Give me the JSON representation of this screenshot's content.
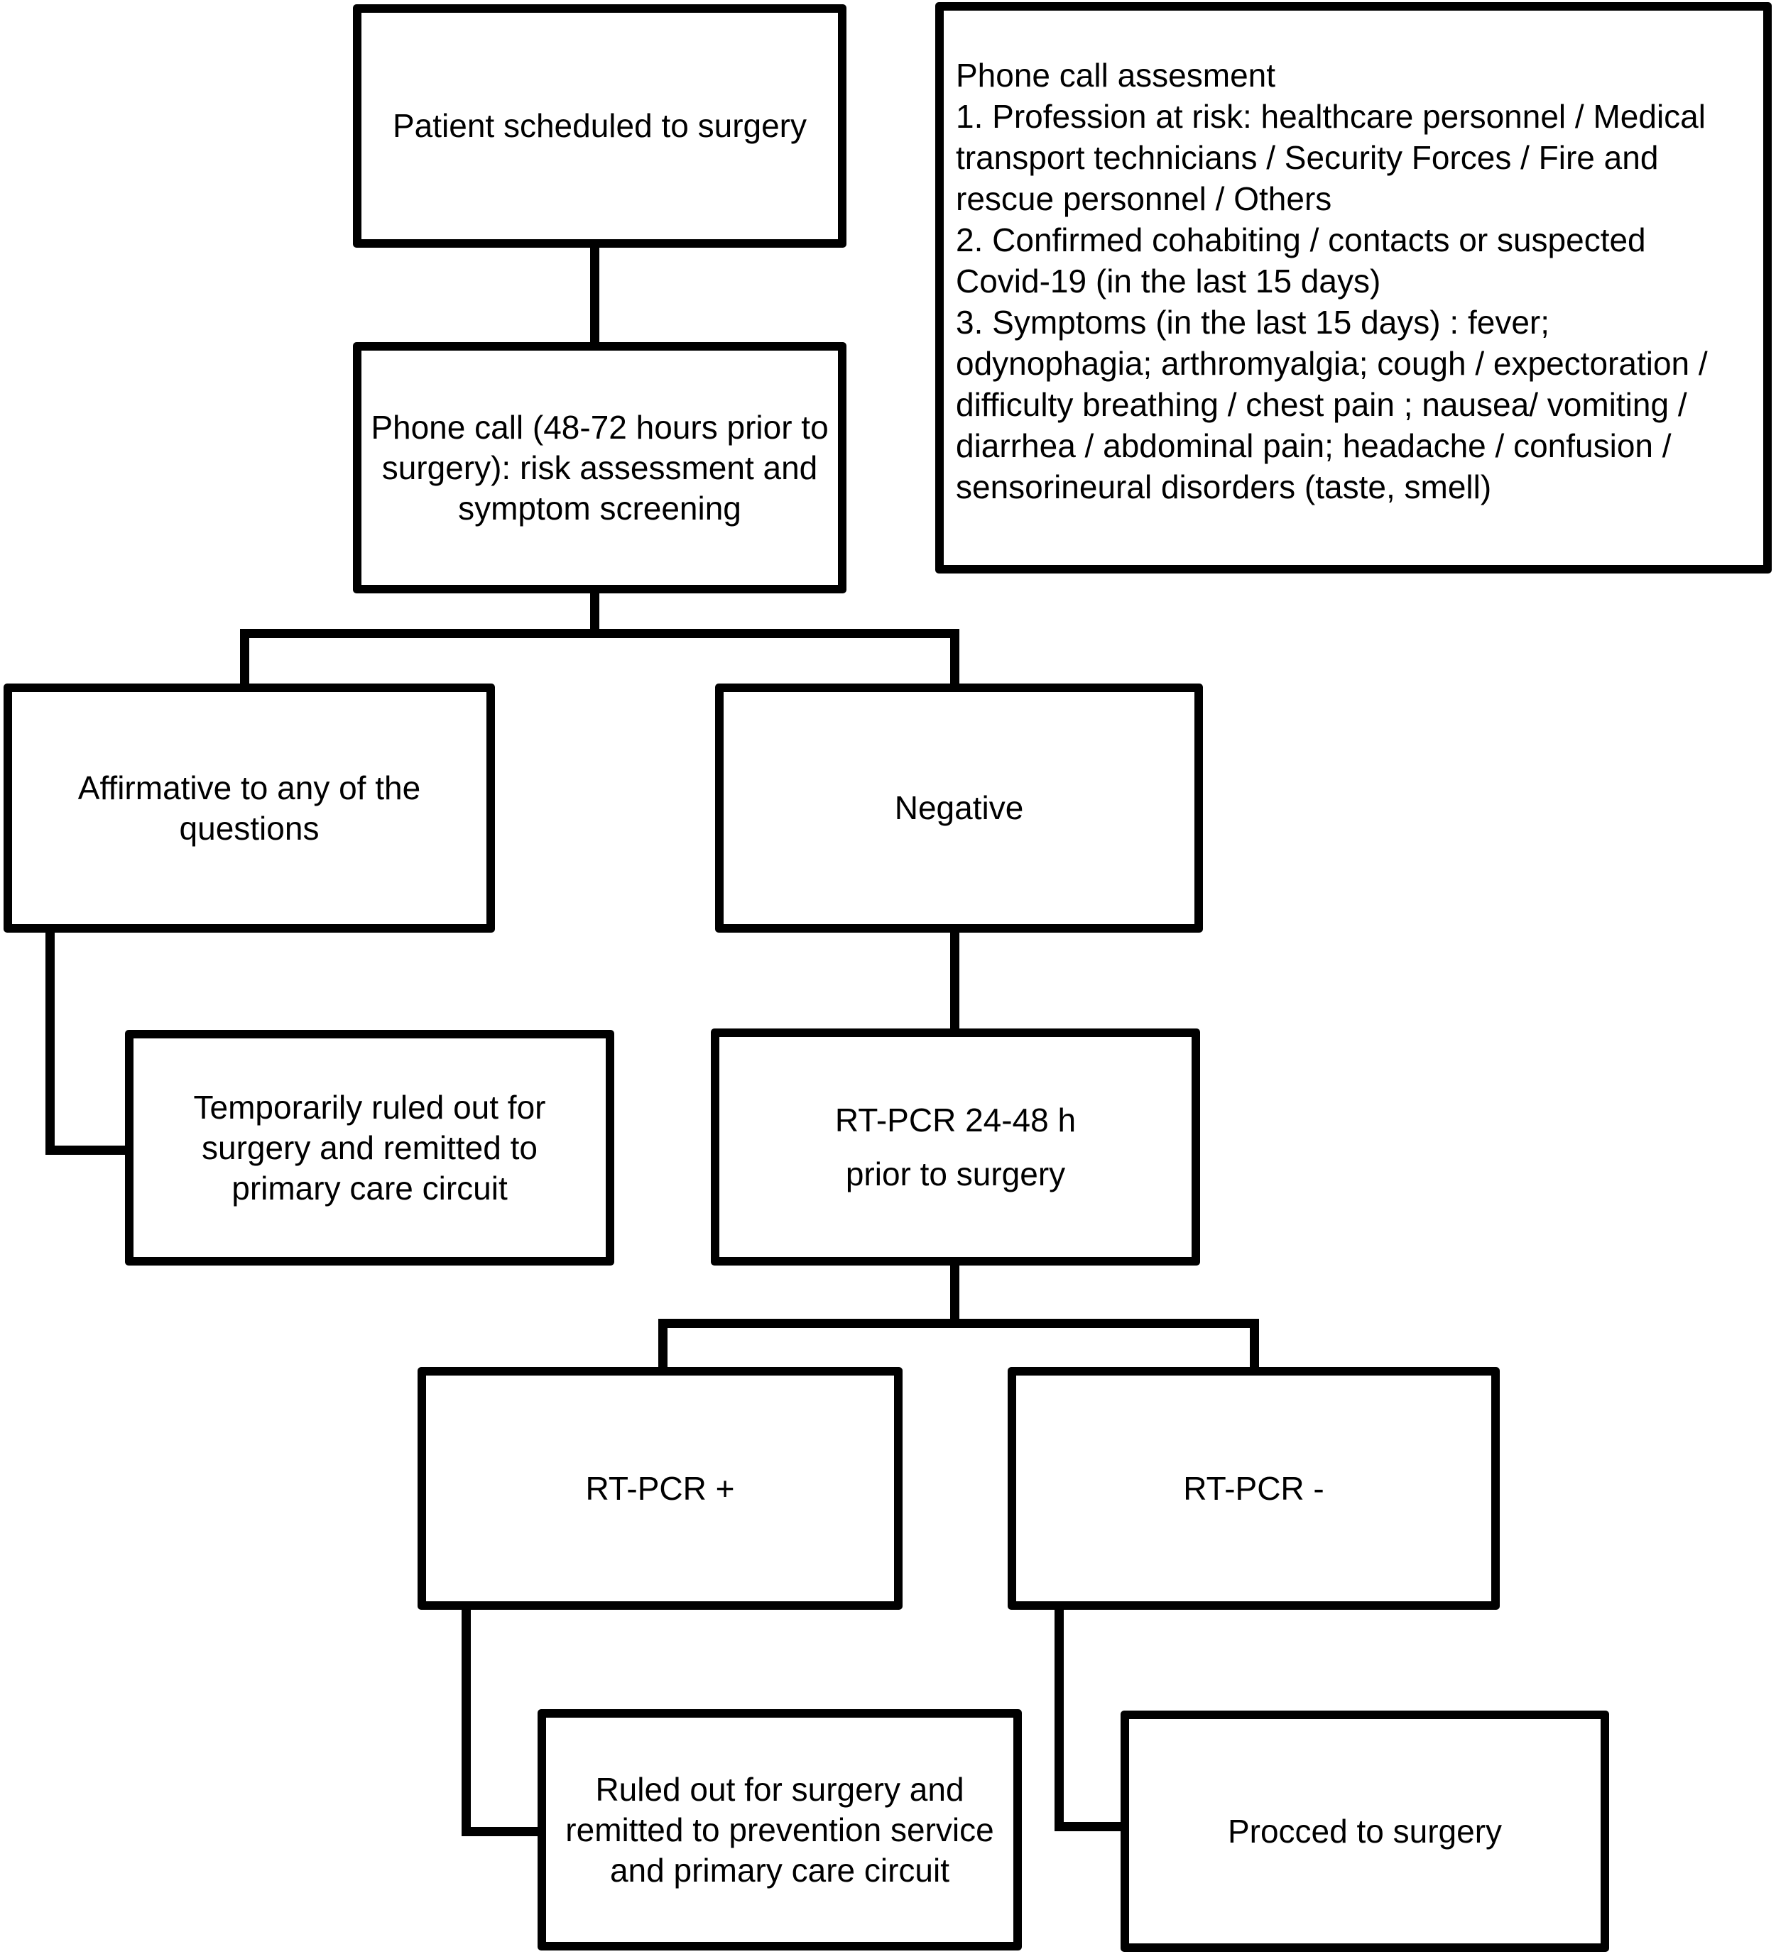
{
  "diagram": {
    "type": "flowchart",
    "colors": {
      "stroke": "#000000",
      "background": "#ffffff",
      "node_fill": "#ffffff",
      "text": "#000000"
    },
    "nodes": {
      "patient_scheduled": {
        "label": "Patient scheduled to surgery"
      },
      "phone_call": {
        "label": "Phone call (48-72 hours prior to\nsurgery): risk assessment and\nsymptom screening"
      },
      "phone_call_assessment_note": {
        "label": "Phone call assesment\n1. Profession at risk: healthcare personnel / Medical\ntransport technicians / Security Forces / Fire and\nrescue personnel / Others\n2. Confirmed cohabiting / contacts or suspected\nCovid-19 (in the last 15 days)\n3. Symptoms (in the last 15 days) : fever;\nodynophagia; arthromyalgia; cough / expectoration /\ndifficulty breathing / chest pain ; nausea/ vomiting /\ndiarrhea / abdominal pain; headache / confusion /\nsensorineural disorders (taste, smell)"
      },
      "affirmative": {
        "label": "Affirmative to any of the\nquestions"
      },
      "negative": {
        "label": "Negative"
      },
      "temporarily_ruled_out": {
        "label": "Temporarily ruled out for\nsurgery and remitted to\nprimary care circuit"
      },
      "rt_pcr_test": {
        "label": "RT-PCR 24-48 h\nprior to surgery"
      },
      "rt_pcr_positive": {
        "label": "RT-PCR +"
      },
      "rt_pcr_negative": {
        "label": "RT-PCR -"
      },
      "ruled_out": {
        "label": "Ruled out for surgery and\nremitted to prevention service\nand primary care circuit"
      },
      "proceed_to_surgery": {
        "label": "Procced to surgery"
      }
    },
    "edges": [
      {
        "from": "patient_scheduled",
        "to": "phone_call"
      },
      {
        "from": "phone_call",
        "to": "affirmative"
      },
      {
        "from": "phone_call",
        "to": "negative"
      },
      {
        "from": "affirmative",
        "to": "temporarily_ruled_out"
      },
      {
        "from": "negative",
        "to": "rt_pcr_test"
      },
      {
        "from": "rt_pcr_test",
        "to": "rt_pcr_positive"
      },
      {
        "from": "rt_pcr_test",
        "to": "rt_pcr_negative"
      },
      {
        "from": "rt_pcr_positive",
        "to": "ruled_out"
      },
      {
        "from": "rt_pcr_negative",
        "to": "proceed_to_surgery"
      }
    ]
  }
}
